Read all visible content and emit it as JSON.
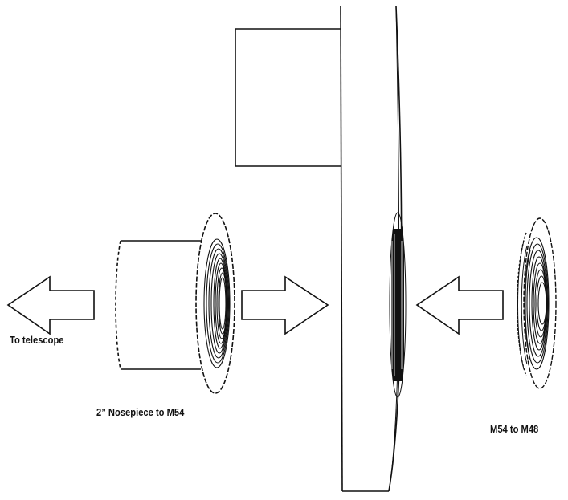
{
  "labels": {
    "to_telescope": "To telescope",
    "nosepiece": "2” Nosepiece to M54",
    "m54_to_m48": "M54 to M48"
  },
  "colors": {
    "line": "#111111",
    "background": "#ffffff"
  }
}
